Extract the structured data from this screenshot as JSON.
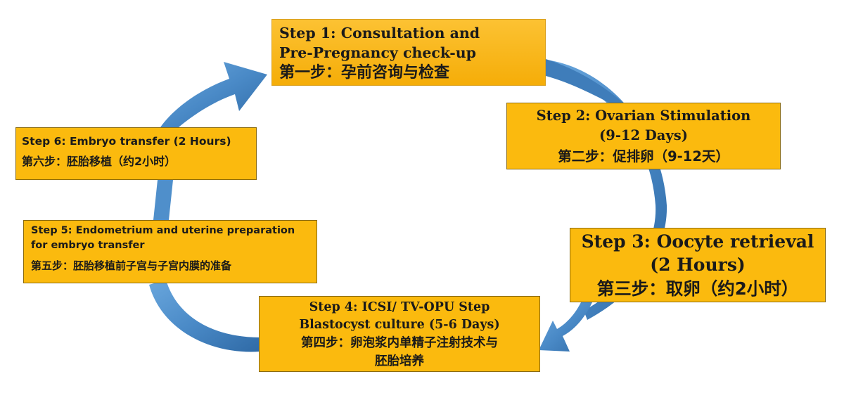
{
  "colors": {
    "box_fill": "#fbba0e",
    "box_border": "#8a6a10",
    "arrow_fill": "#4a8ac7",
    "arrow_dark": "#2f5f95",
    "text": "#1a1a1a"
  },
  "steps": [
    {
      "id": 1,
      "en_lines": [
        "Step 1: Consultation and",
        "Pre-Pregnancy check-up"
      ],
      "zh_lines": [
        "第一步：孕前咨询与检查"
      ]
    },
    {
      "id": 2,
      "en_lines": [
        "Step 2: Ovarian Stimulation",
        "(9-12 Days)"
      ],
      "zh_lines": [
        "第二步：促排卵（9-12天）"
      ]
    },
    {
      "id": 3,
      "en_lines": [
        "Step 3: Oocyte retrieval",
        "(2 Hours)"
      ],
      "zh_lines": [
        "第三步：取卵（约2小时）"
      ]
    },
    {
      "id": 4,
      "en_lines": [
        "Step 4: ICSI/ TV-OPU Step",
        "Blastocyst culture (5-6 Days)"
      ],
      "zh_lines": [
        "第四步：卵泡浆内单精子注射技术与",
        "胚胎培养"
      ]
    },
    {
      "id": 5,
      "en_lines": [
        "Step 5: Endometrium and uterine preparation",
        "for embryo transfer"
      ],
      "zh_lines": [
        "第五步：胚胎移植前子宫与子宫内膜的准备"
      ]
    },
    {
      "id": 6,
      "en_lines": [
        "Step 6: Embryo transfer (2 Hours)"
      ],
      "zh_lines": [
        "第六步：胚胎移植（约2小时）"
      ]
    }
  ]
}
